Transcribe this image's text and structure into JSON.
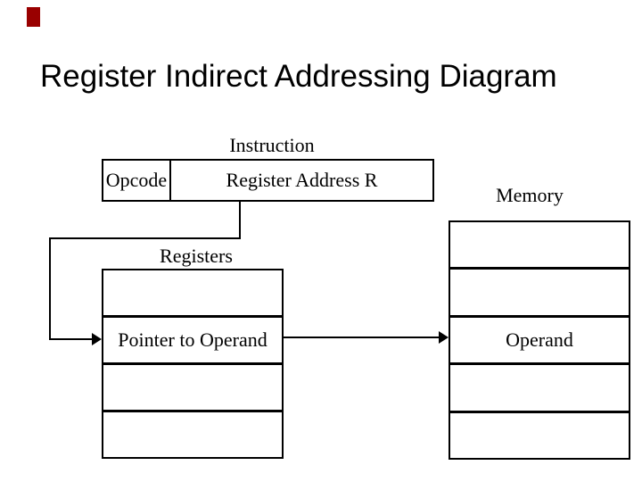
{
  "slide": {
    "title": "Register Indirect Addressing Diagram",
    "accent_color": "#990000",
    "background_color": "#ffffff",
    "line_color": "#000000"
  },
  "instruction": {
    "caption": "Instruction",
    "fields": {
      "opcode": "Opcode",
      "register_address": "Register Address R"
    }
  },
  "registers": {
    "caption": "Registers",
    "rows": [
      "",
      "Pointer to Operand",
      "",
      ""
    ]
  },
  "memory": {
    "caption": "Memory",
    "rows": [
      "",
      "",
      "Operand",
      "",
      ""
    ]
  }
}
